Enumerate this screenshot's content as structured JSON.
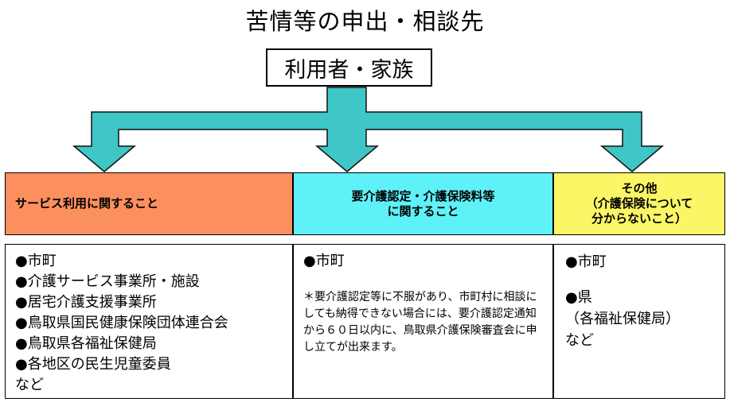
{
  "title": "苦情等の申出・相談先",
  "source": "利用者・家族",
  "colors": {
    "arrow": "#3fc7c7",
    "cat1": "#fb8f5e",
    "cat2": "#5ef1f7",
    "cat3": "#fbf665"
  },
  "categories": [
    {
      "lines": [
        "サービス利用に関すること"
      ]
    },
    {
      "lines": [
        "要介護認定・介護保険料等",
        "に関すること"
      ]
    },
    {
      "lines": [
        "その他",
        "（介護保険について",
        "分からないこと）"
      ]
    }
  ],
  "columns": [
    {
      "items": [
        "●市町",
        "●介護サービス事業所・施設",
        "●居宅介護支援事業所",
        "●鳥取県国民健康保険団体連合会",
        "●鳥取県各福祉保健局",
        "●各地区の民生児童委員",
        "など"
      ]
    },
    {
      "items": [
        "●市町"
      ],
      "note": "＊要介護認定等に不服があり、市町村に相談にしても納得できない場合には、要介護認定通知から６０日以内に、鳥取県介護保険審査会に申し立てが出来ます。"
    },
    {
      "items_a": [
        "●市町"
      ],
      "items_b": [
        "●県",
        "（各福祉保健局）",
        "など"
      ]
    }
  ]
}
